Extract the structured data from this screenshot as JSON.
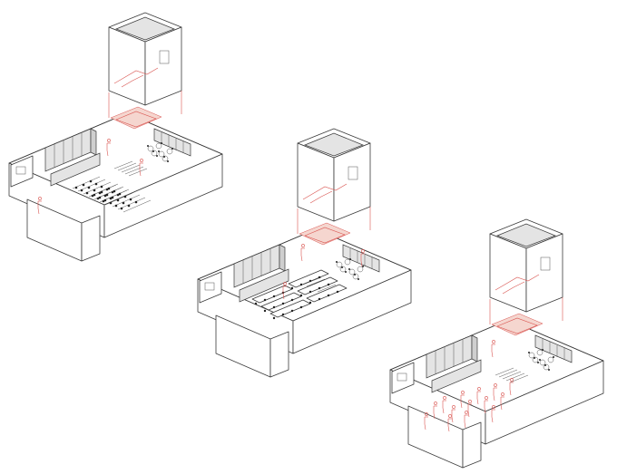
{
  "figure": {
    "type": "axonometric-building-diagrams",
    "count": 3,
    "colors": {
      "line": "#3a3a3a",
      "accent_people": "#d9534f",
      "accent_room": "#e8b9a3",
      "partition_fill": "#e4e4e4"
    },
    "panels": [
      {
        "id": "panel-1",
        "variant": "classroom-desks"
      },
      {
        "id": "panel-2",
        "variant": "long-tables"
      },
      {
        "id": "panel-3",
        "variant": "open-standing-crowd"
      }
    ]
  }
}
